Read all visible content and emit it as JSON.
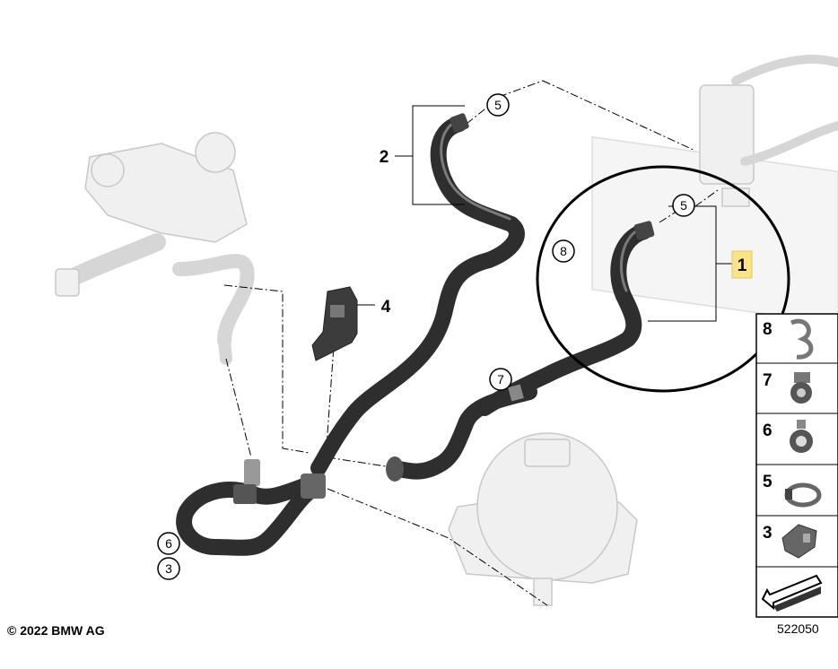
{
  "callouts": {
    "c1": "1",
    "c2": "2",
    "c3": "3",
    "c4": "4",
    "c5a": "5",
    "c5b": "5",
    "c6": "6",
    "c7": "7",
    "c8": "8"
  },
  "legend": {
    "items": [
      {
        "label": "8",
        "part": "clamp-icon"
      },
      {
        "label": "7",
        "part": "holder-icon"
      },
      {
        "label": "6",
        "part": "clip-icon"
      },
      {
        "label": "5",
        "part": "hose-clamp-icon"
      },
      {
        "label": "3",
        "part": "bracket-icon"
      }
    ]
  },
  "footer": {
    "copyright": "© 2022 BMW AG",
    "diagram_number": "522050"
  },
  "colors": {
    "highlight": "#fbe38a",
    "hose": "#2e2e2e",
    "ghost": "#d6d6d6"
  }
}
